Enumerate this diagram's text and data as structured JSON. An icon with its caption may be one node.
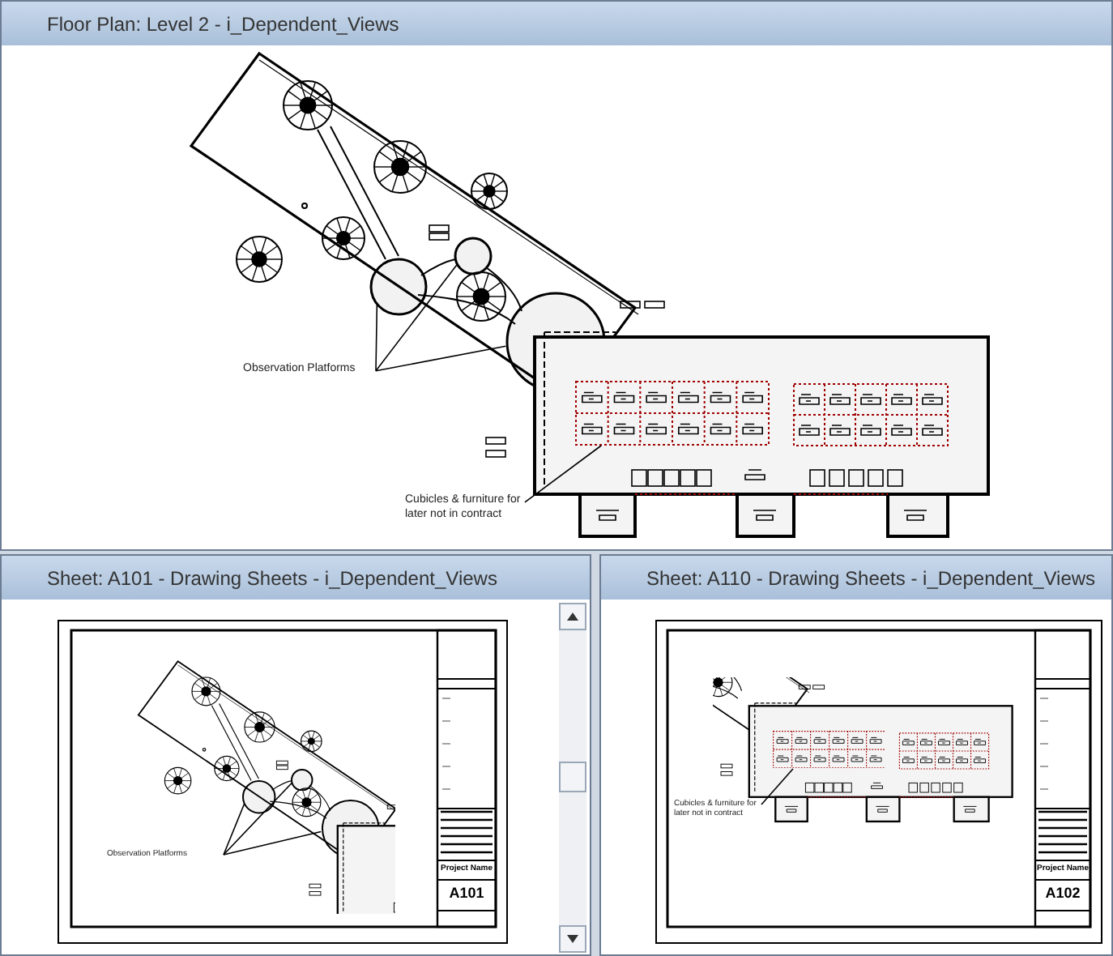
{
  "diagram": {
    "nodes": [
      {
        "text": [
          "Floor Plan: Level 2 - i_Dependent_Views"
        ]
      },
      {
        "text": [
          "Observation Platforms"
        ],
        "in": 0
      },
      {
        "text": [],
        "shape": "circle",
        "in": 0
      },
      {
        "text": [],
        "shape": "circle",
        "in": 0
      },
      {
        "text": [],
        "shape": "circle",
        "in": 0
      },
      {
        "text": [
          "Cubicles & furniture for later not in contract"
        ],
        "in": 0
      },
      {
        "text": [],
        "shape": "box",
        "in": 0
      },
      {
        "text": [
          "Sheet: A101 - Drawing Sheets - i_Dependent_Views"
        ]
      },
      {
        "text": [
          "Observation Platforms"
        ],
        "in": 7
      },
      {
        "text": [],
        "shape": "circle",
        "in": 7
      },
      {
        "text": [],
        "shape": "circle",
        "in": 7
      },
      {
        "text": [],
        "shape": "circle",
        "in": 7
      },
      {
        "text": [
          "Sheet: A110 - Drawing Sheets - i_Dependent_Views"
        ]
      },
      {
        "text": [
          "Cubicles & furniture for later not in contract"
        ],
        "in": 12
      },
      {
        "text": [],
        "shape": "box",
        "in": 12
      }
    ],
    "edges": [
      {
        "from": 1,
        "to": 2,
        "arrow": "none"
      },
      {
        "from": 1,
        "to": 3,
        "arrow": "none"
      },
      {
        "from": 1,
        "to": 4,
        "arrow": "none"
      },
      {
        "from": 5,
        "to": 6,
        "arrow": "none"
      },
      {
        "from": 8,
        "to": 9,
        "arrow": "none"
      },
      {
        "from": 8,
        "to": 10,
        "arrow": "none"
      },
      {
        "from": 8,
        "to": 11,
        "arrow": "none"
      },
      {
        "from": 13,
        "to": 14,
        "arrow": "none"
      }
    ],
    "labels": [
      "Project Name",
      "A101",
      "Project Name",
      "A102"
    ]
  }
}
